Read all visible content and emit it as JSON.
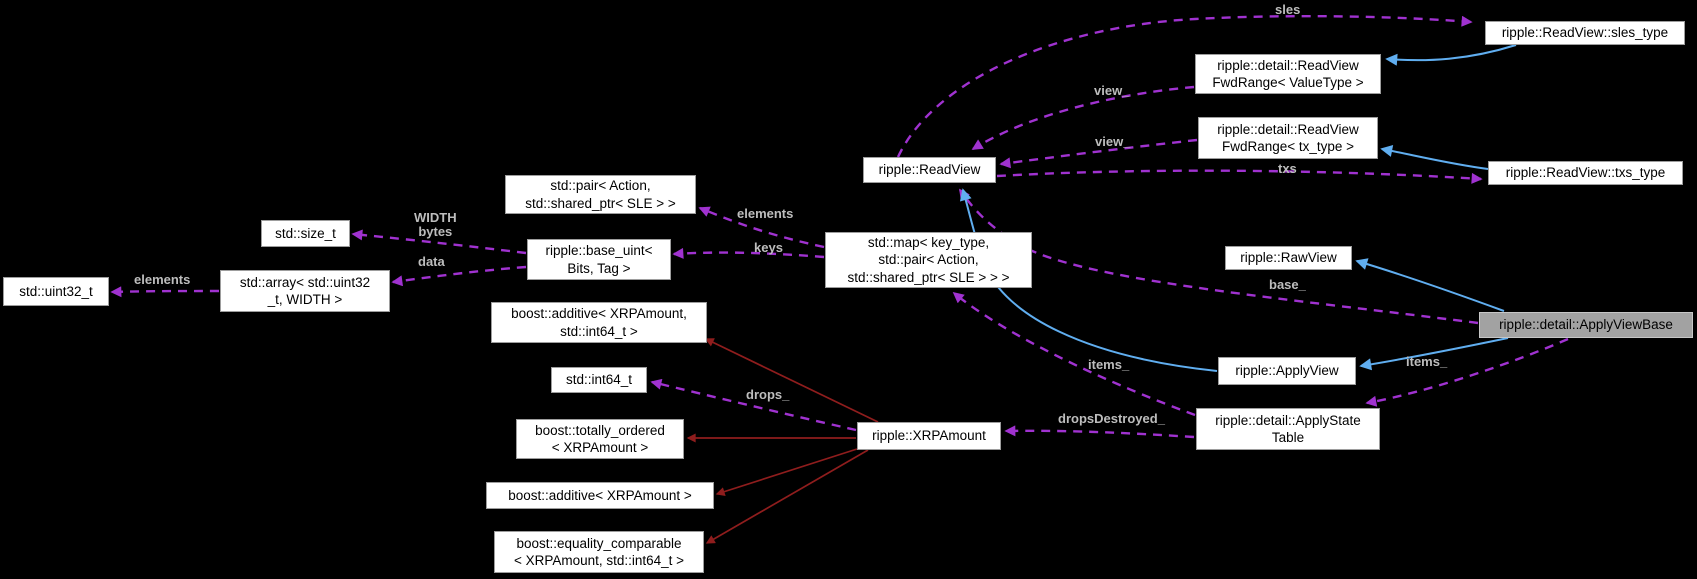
{
  "diagram_type": "doxygen-collaboration-graph",
  "colors": {
    "background": "#000000",
    "node_fill": "#ffffff",
    "node_border": "#9d9d9d",
    "highlight_node_fill": "#a2a2a2",
    "usage_edge": "#a032d0",
    "inheritance_edge": "#60aef0",
    "private_inheritance_edge": "#8f1d1d",
    "edge_label_color": "#bdbdbd"
  },
  "nodes": [
    {
      "id": "sles_type",
      "label": "ripple::ReadView::sles_type",
      "highlighted": false
    },
    {
      "id": "fwdrange_valuetype",
      "label": "ripple::detail::ReadView\nFwdRange< ValueType >",
      "highlighted": false
    },
    {
      "id": "fwdrange_tx_type",
      "label": "ripple::detail::ReadView\nFwdRange< tx_type >",
      "highlighted": false
    },
    {
      "id": "txs_type",
      "label": "ripple::ReadView::txs_type",
      "highlighted": false
    },
    {
      "id": "readview",
      "label": "ripple::ReadView",
      "highlighted": false
    },
    {
      "id": "map",
      "label": "std::map< key_type,\nstd::pair< Action,\nstd::shared_ptr< SLE > > >",
      "highlighted": false
    },
    {
      "id": "rawview",
      "label": "ripple::RawView",
      "highlighted": false
    },
    {
      "id": "applyviewbase",
      "label": "ripple::detail::ApplyViewBase",
      "highlighted": true
    },
    {
      "id": "applyview",
      "label": "ripple::ApplyView",
      "highlighted": false
    },
    {
      "id": "applystatetable",
      "label": "ripple::detail::ApplyState\nTable",
      "highlighted": false
    },
    {
      "id": "xrpamount",
      "label": "ripple::XRPAmount",
      "highlighted": false
    },
    {
      "id": "size_t",
      "label": "std::size_t",
      "highlighted": false
    },
    {
      "id": "base_uint",
      "label": "ripple::base_uint<\nBits, Tag >",
      "highlighted": false
    },
    {
      "id": "array",
      "label": "std::array< std::uint32\n_t, WIDTH >",
      "highlighted": false
    },
    {
      "id": "uint32_t",
      "label": "std::uint32_t",
      "highlighted": false
    },
    {
      "id": "pair",
      "label": "std::pair< Action,\nstd::shared_ptr< SLE > >",
      "highlighted": false
    },
    {
      "id": "additive_mixed",
      "label": "boost::additive< XRPAmount,\nstd::int64_t >",
      "highlighted": false
    },
    {
      "id": "int64_t",
      "label": "std::int64_t",
      "highlighted": false
    },
    {
      "id": "totally_ordered",
      "label": "boost::totally_ordered\n< XRPAmount >",
      "highlighted": false
    },
    {
      "id": "additive",
      "label": "boost::additive< XRPAmount >",
      "highlighted": false
    },
    {
      "id": "equality_comparable",
      "label": "boost::equality_comparable\n< XRPAmount, std::int64_t >",
      "highlighted": false
    }
  ],
  "edge_labels": [
    {
      "id": "sles",
      "text": "sles"
    },
    {
      "id": "view_top",
      "text": "view_"
    },
    {
      "id": "view_bottom",
      "text": "view_"
    },
    {
      "id": "txs",
      "text": "txs"
    },
    {
      "id": "base",
      "text": "base_"
    },
    {
      "id": "items_right",
      "text": "items_"
    },
    {
      "id": "items_left",
      "text": "items_"
    },
    {
      "id": "dropsdestroyed",
      "text": "dropsDestroyed_"
    },
    {
      "id": "elements_map",
      "text": "elements"
    },
    {
      "id": "keys",
      "text": "keys"
    },
    {
      "id": "width_bytes",
      "text": "WIDTH\nbytes"
    },
    {
      "id": "data",
      "text": "data"
    },
    {
      "id": "elements_array",
      "text": "elements"
    },
    {
      "id": "drops",
      "text": "drops_"
    }
  ]
}
